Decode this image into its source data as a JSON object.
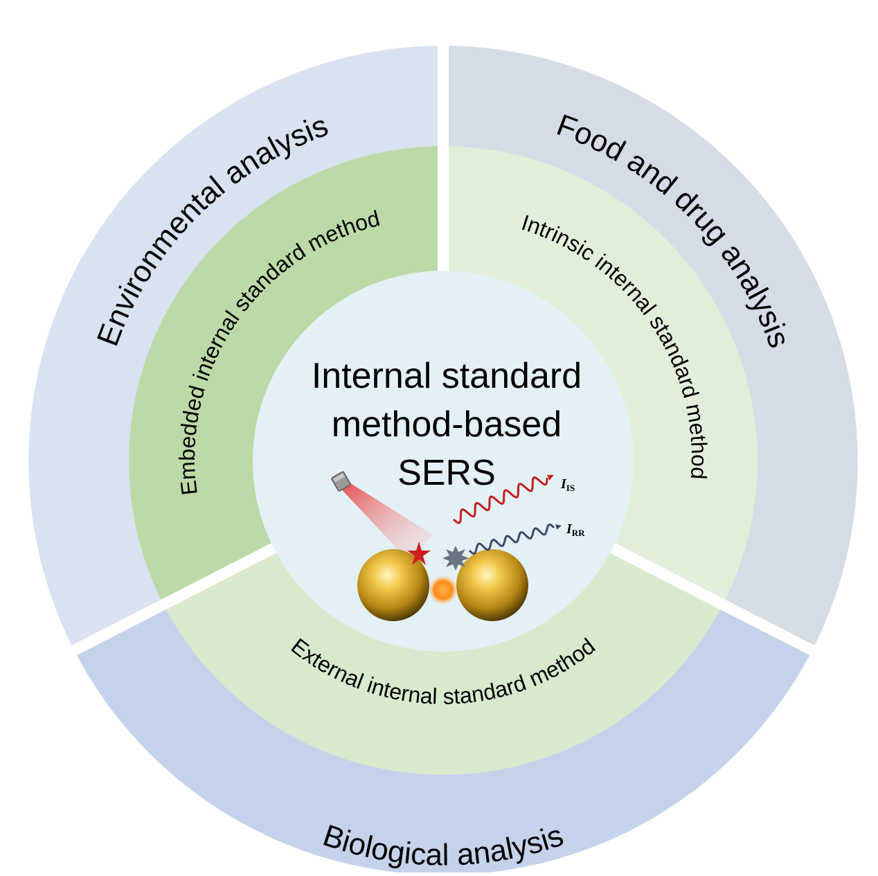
{
  "center": {
    "title_line1": "Internal standard",
    "title_line2": "method-based",
    "title_line3": "SERS"
  },
  "signals": {
    "is_main": "I",
    "is_sub": "IS",
    "rr_main": "I",
    "rr_sub": "RR"
  },
  "inner_ring": {
    "embedded": "Embedded internal standard method",
    "intrinsic": "Intrinsic internal standard method",
    "external": "External internal standard method"
  },
  "outer_ring": {
    "environmental": "Environmental analysis",
    "food_drug": "Food and drug analysis",
    "biological": "Biological analysis"
  },
  "colors": {
    "environmental_segment": "#d9e2f1",
    "food_drug_segment": "#d6dce6",
    "biological_segment": "#c5d3ea",
    "embedded_segment": "#bcdaa8",
    "intrinsic_segment": "#e2eeda",
    "external_segment": "#d8eacd",
    "center_circle": "#e3f1f6",
    "separator": "#ffffff",
    "nanoparticle": "#d4a82c",
    "star": "#cc1f1f",
    "laser_beam": "#e84a4a",
    "is_wave": "#c41e1e",
    "rr_wave": "#3d4a66"
  }
}
